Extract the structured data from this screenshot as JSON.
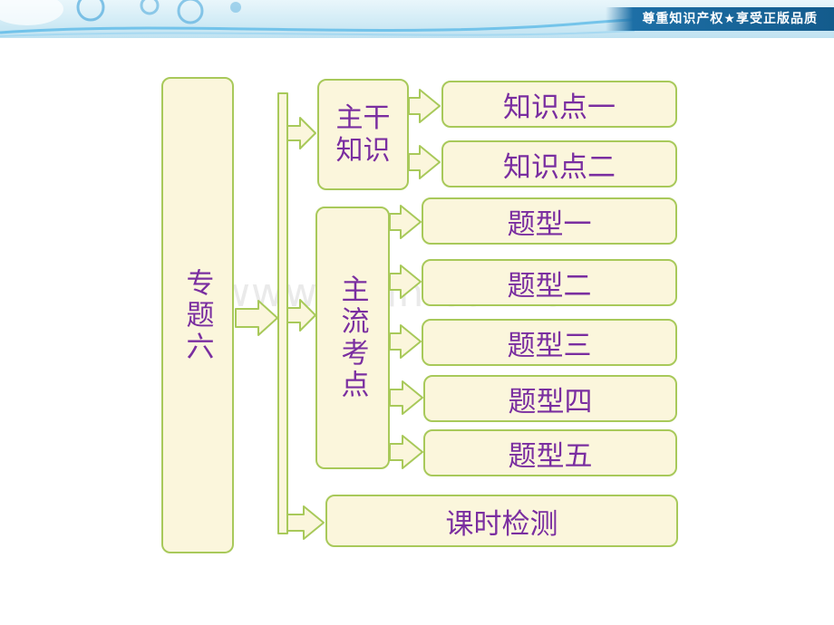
{
  "banner": {
    "text": "尊重知识产权★享受正版品质"
  },
  "watermark": "www.zixin.com.cn",
  "diagram": {
    "root": "专题六",
    "main_knowledge": "主干知识",
    "knowledge_points": [
      "知识点一",
      "知识点二"
    ],
    "main_exam": "主流考点",
    "question_types": [
      "题型一",
      "题型二",
      "题型三",
      "题型四",
      "题型五"
    ],
    "lesson_test": "课时检测"
  },
  "colors": {
    "box_fill": "#fbf6dc",
    "box_border": "#a8c95a",
    "text": "#7a2ea0",
    "banner_band": "#135b8c"
  }
}
